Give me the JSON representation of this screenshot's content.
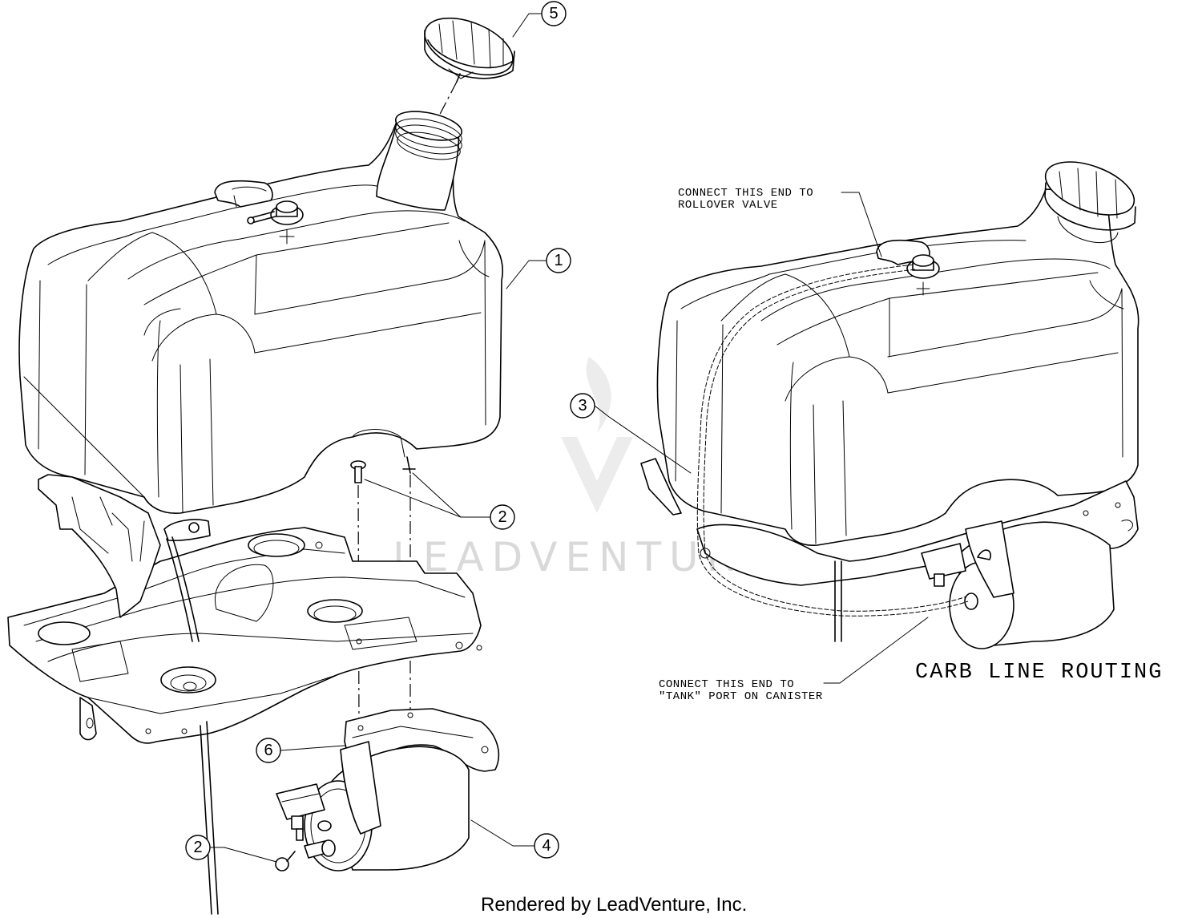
{
  "watermark": {
    "text": "LEADVENTURE",
    "color": "#d9d9d9"
  },
  "callouts": [
    {
      "number": "1",
      "part": "fuel-tank"
    },
    {
      "number": "2",
      "part": "screw"
    },
    {
      "number": "2",
      "part": "screw"
    },
    {
      "number": "3",
      "part": "hose"
    },
    {
      "number": "4",
      "part": "canister"
    },
    {
      "number": "5",
      "part": "fuel-cap"
    },
    {
      "number": "6",
      "part": "canister-bracket"
    }
  ],
  "notes": {
    "rollover_line1": "CONNECT THIS END TO",
    "rollover_line2": "ROLLOVER VALVE",
    "tank_line1": "CONNECT THIS END TO",
    "tank_line2": "\"TANK\" PORT ON CANISTER"
  },
  "routing_title": "CARB LINE ROUTING",
  "footer": "Rendered by LeadVenture, Inc."
}
